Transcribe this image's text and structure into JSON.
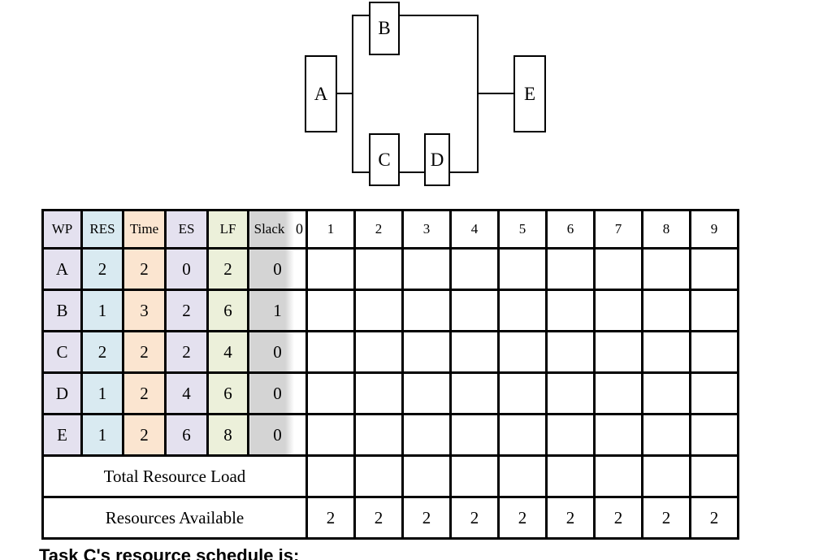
{
  "diagram": {
    "nodes": [
      {
        "label": "A"
      },
      {
        "label": "B"
      },
      {
        "label": "C"
      },
      {
        "label": "D"
      },
      {
        "label": "E"
      }
    ],
    "edges": [
      "A-B",
      "A-C",
      "C-D",
      "B-E",
      "D-E"
    ]
  },
  "table": {
    "column_headers": [
      "WP",
      "RES",
      "Time",
      "ES",
      "LF",
      "Slack"
    ],
    "timeline_labels": [
      "0",
      "1",
      "2",
      "3",
      "4",
      "5",
      "6",
      "7",
      "8",
      "9"
    ],
    "tasks": [
      {
        "wp": "A",
        "res": "2",
        "time": "2",
        "es": "0",
        "lf": "2",
        "slack": "0"
      },
      {
        "wp": "B",
        "res": "1",
        "time": "3",
        "es": "2",
        "lf": "6",
        "slack": "1"
      },
      {
        "wp": "C",
        "res": "2",
        "time": "2",
        "es": "2",
        "lf": "4",
        "slack": "0"
      },
      {
        "wp": "D",
        "res": "1",
        "time": "2",
        "es": "4",
        "lf": "6",
        "slack": "0"
      },
      {
        "wp": "E",
        "res": "1",
        "time": "2",
        "es": "6",
        "lf": "8",
        "slack": "0"
      }
    ],
    "total_load_label": "Total Resource Load",
    "resources_available_label": "Resources Available",
    "resources_available": [
      "2",
      "2",
      "2",
      "2",
      "2",
      "2",
      "2",
      "2",
      "2"
    ],
    "colors": {
      "wp_es_column": "#E4E1EF",
      "res_column": "#D9EAF1",
      "time_column": "#FBE5D0",
      "lf_column": "#ECF0DA",
      "slack_column": "#D4D4D4",
      "grid_border": "#000000"
    }
  },
  "caption": "Task C's resource schedule is:"
}
